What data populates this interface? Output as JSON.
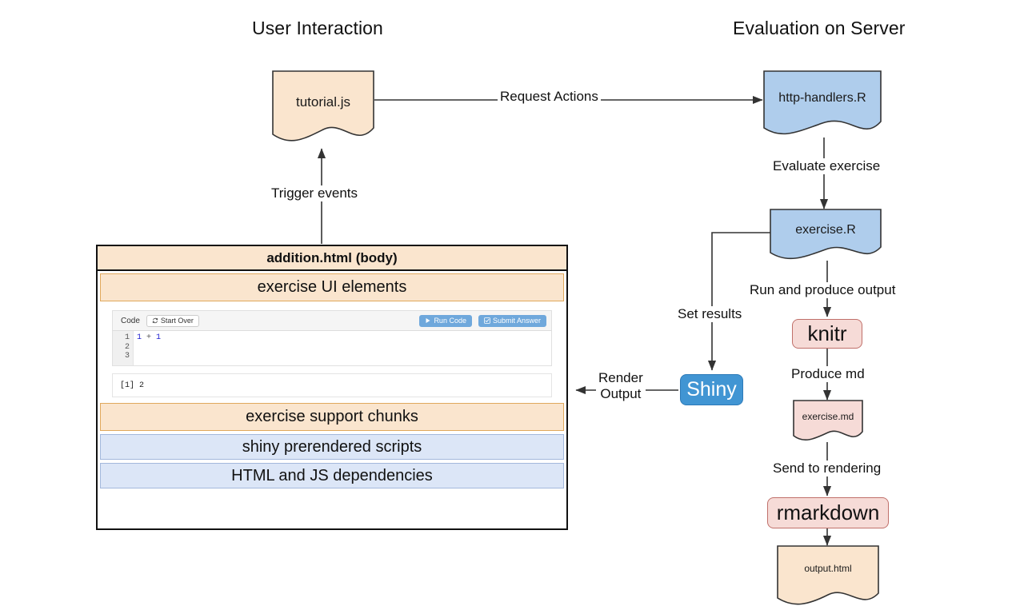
{
  "headings": {
    "user": "User Interaction",
    "server": "Evaluation on Server"
  },
  "nodes": {
    "tutorial_js": "tutorial.js",
    "http_handlers": "http-handlers.R",
    "exercise_r": "exercise.R",
    "knitr": "knitr",
    "exercise_md": "exercise.md",
    "rmarkdown": "rmarkdown",
    "output_html": "output.html",
    "shiny": "Shiny"
  },
  "edges": {
    "request_actions": "Request Actions",
    "trigger_events": "Trigger events",
    "evaluate_exercise": "Evaluate exercise",
    "run_and_produce_output": "Run and produce output",
    "set_results": "Set results",
    "produce_md": "Produce md",
    "send_to_rendering": "Send to rendering",
    "render_output_line1": "Render",
    "render_output_line2": "Output"
  },
  "panel": {
    "title": "addition.html (body)",
    "bands": [
      {
        "label": "exercise UI elements",
        "style": "orange"
      },
      {
        "label": "exercise support chunks",
        "style": "orange"
      },
      {
        "label": "shiny prerendered scripts",
        "style": "blue"
      },
      {
        "label": "HTML and JS dependencies",
        "style": "blue"
      }
    ]
  },
  "exercise": {
    "toolbar": {
      "code_label": "Code",
      "start_over": "Start Over",
      "run_code": "Run Code",
      "submit_answer": "Submit Answer",
      "start_over_icon": "refresh-icon",
      "run_code_icon": "play-icon",
      "submit_icon": "checkbox-icon"
    },
    "editor": {
      "line_numbers": "1\n2\n3",
      "code_token_a": "1",
      "code_token_op": " + ",
      "code_token_b": "1"
    },
    "output": {
      "text": "[1] 2"
    }
  },
  "colors": {
    "orange_fill": "#FAE5CE",
    "orange_border": "#E0A85C",
    "blue_fill": "#DCE6F7",
    "blue_border": "#A3B8DC",
    "node_blue_fill": "#AFCDEC",
    "node_pink_fill": "#F6DBD7",
    "node_pink_border": "#C0706A",
    "shiny_blue": "#4195D3",
    "stroke": "#333333"
  }
}
